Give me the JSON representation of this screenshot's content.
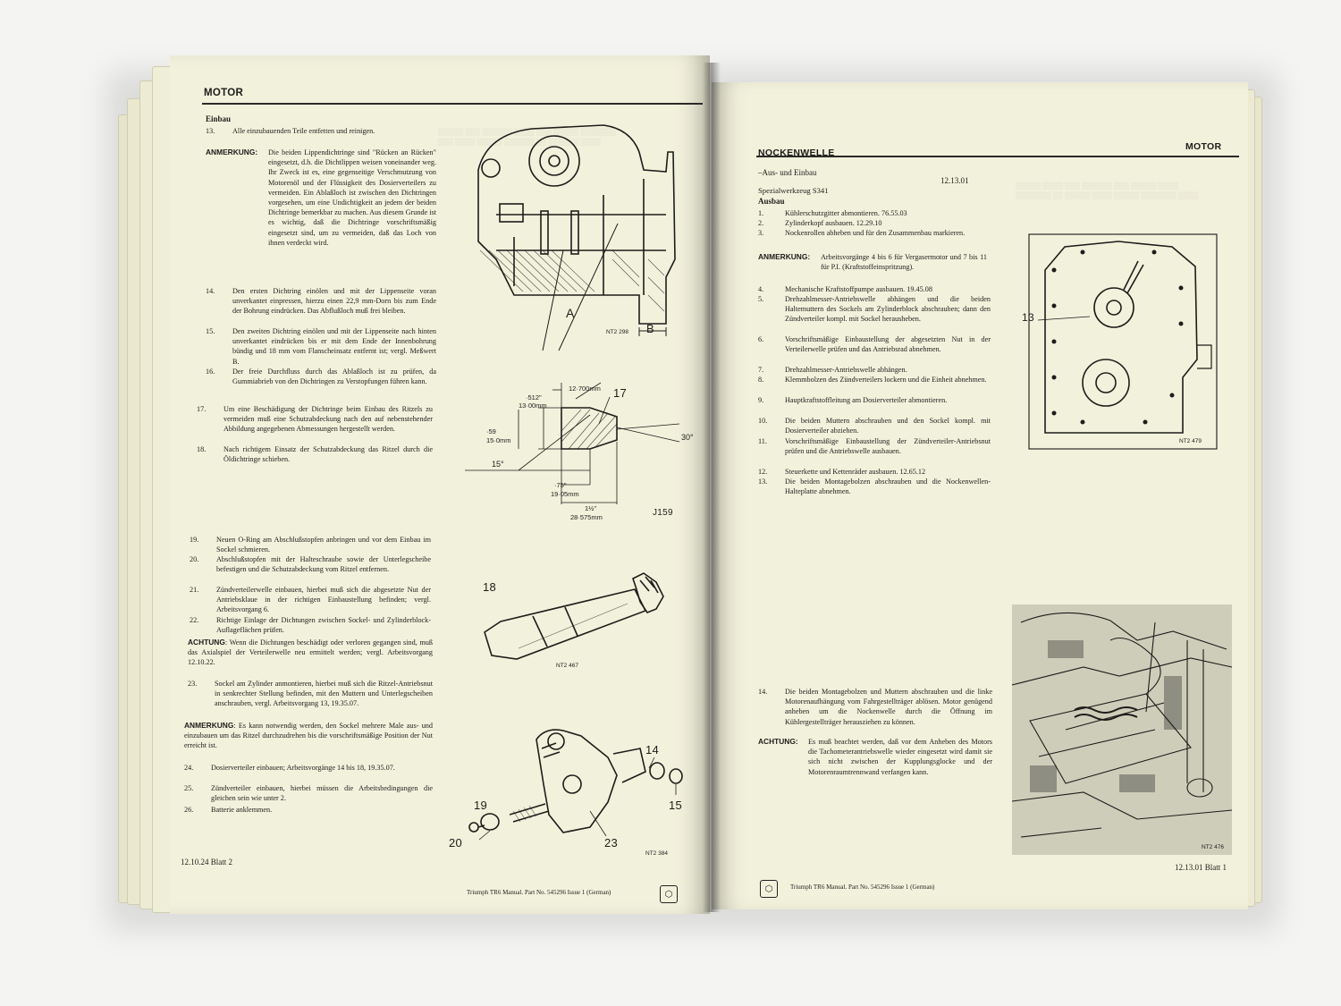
{
  "left_page": {
    "section": "MOTOR",
    "subheading": "Einbau",
    "step13": {
      "num": "13.",
      "text": "Alle einzubauenden Teile entfetten und reinigen."
    },
    "note1": {
      "label": "ANMERKUNG:",
      "text": "Die beiden Lippendichtringe sind \"Rücken an Rücken\" eingesetzt, d.h. die Dichtlippen weisen voneinander weg. Ihr Zweck ist es, eine gegenseitige Verschmutzung von Motorenöl und der Flüssigkeit des Dosierverteilers zu vermeiden. Ein Ablaßloch ist zwischen den Dichtringen vorgesehen, um eine Undichtigkeit an jedem der beiden Dichtringe bemerkbar zu machen. Aus diesem Grunde ist es wichtig, daß die Dichtringe vorschriftsmäßig eingesetzt sind, um zu vermeiden, daß das Loch von ihnen verdeckt wird."
    },
    "step14": {
      "num": "14.",
      "text": "Den ersten Dichtring einölen und mit der Lippenseite voran unverkantet einpressen, hierzu einen 22,9 mm-Dorn bis zum Ende der Bohrung eindrücken. Das Abflußloch muß frei bleiben."
    },
    "step15": {
      "num": "15.",
      "text": "Den zweiten Dichtring einölen und mit der Lippenseite nach hinten unverkantet eindrücken bis er mit dem Ende der Innenbohrung bündig und 18 mm vom Flanscheinsatz entfernt ist; vergl. Meßwert B."
    },
    "step16": {
      "num": "16.",
      "text": "Der freie Durchfluss durch das Ablaßloch ist zu prüfen, da Gummiabrieb von den Dichtringen zu Verstopfungen führen kann."
    },
    "step17": {
      "num": "17.",
      "text": "Um eine Beschädigung der Dichtringe beim Einbau des Ritzels zu vermeiden muß eine Schutzabdeckung nach den auf nebenstehender Abbildung angegebenen Abmessungen hergestellt werden."
    },
    "step18": {
      "num": "18.",
      "text": "Nach richtigem Einsatz der Schutzabdeckung das Ritzel durch die Öldichtringe schieben."
    },
    "step19": {
      "num": "19.",
      "text": "Neuen O-Ring am Abschlußstopfen anbringen und vor dem Einbau im Sockel schmieren."
    },
    "step20": {
      "num": "20.",
      "text": "Abschlußstopfen mit der Halteschraube sowie der Unterlegscheibe befestigen und die Schutzabdeckung vom Ritzel entfernen."
    },
    "step21": {
      "num": "21.",
      "text": "Zündverteilerwelle einbauen, hierbei muß sich die abgesetzte Nut der Antriebsklaue in der richtigen Einbaustellung befinden; vergl. Arbeitsvorgang 6."
    },
    "step22": {
      "num": "22.",
      "text": "Richtige Einlage der Dichtungen zwischen Sockel- und Zylinderblock-Auflageflächen prüfen."
    },
    "note2": {
      "label": "ACHTUNG",
      "text": ": Wenn die Dichtungen beschädigt oder verloren gegangen sind, muß das Axialspiel der Verteilerwelle neu ermittelt werden; vergl. Arbeitsvorgang 12.10.22."
    },
    "step23": {
      "num": "23.",
      "text": "Sockel am Zylinder anmontieren, hierbei muß sich die Ritzel-Antriebsnut in senkrechter Stellung befinden, mit den Muttern und Unterlegscheiben anschrauben, vergl. Arbeitsvorgang 13, 19.35.07."
    },
    "note3": {
      "label": "ANMERKUNG",
      "text": ": Es kann notwendig werden, den Sockel mehrere Male aus- und einzubauen um das Ritzel durchzudrehen bis die vorschriftsmäßige Position der Nut erreicht ist."
    },
    "step24": {
      "num": "24.",
      "text": "Dosierverteiler einbauen; Arbeitsvorgänge 14 bis 18, 19.35.07."
    },
    "step25": {
      "num": "25.",
      "text": "Zündverteiler einbauen, hierbei müssen die Arbeitsbedingungen die gleichen sein wie unter 2."
    },
    "step26": {
      "num": "26.",
      "text": "Batterie anklemmen."
    },
    "footer_left": "12.10.24  Blatt  2",
    "footer_center": "Triumph TR6 Manual.    Part No. 545296 Issue 1 (German)",
    "fig1": {
      "label_a": "A",
      "label_b": "B",
      "code": "NT2 298"
    },
    "fig2": {
      "dim1": "12·700mm",
      "dim2": "·512\"",
      "dim3": "13·00mm",
      "dim4": "·59",
      "dim5": "15·0mm",
      "dim6": "·75\"",
      "dim7": "19·05mm",
      "dim8": "1½\"",
      "dim9": "28·575mm",
      "angle1": "15°",
      "angle2": "30°",
      "callout": "17",
      "code": "J159"
    },
    "fig3": {
      "callout": "18",
      "code": "NT2 467"
    },
    "fig4": {
      "callout_a": "14",
      "callout_b": "15",
      "callout_c": "19",
      "callout_d": "20",
      "callout_e": "23",
      "code": "NT2 384"
    }
  },
  "right_page": {
    "section_left": "NOCKENWELLE",
    "section_right": "MOTOR",
    "title": "–Aus- und Einbau",
    "op_code": "12.13.01",
    "tool": "Spezialwerkzeug S341",
    "subheading": "Ausbau",
    "steps_a": [
      {
        "num": "1.",
        "text": "Kühlerschutzgitter abmontieren. 76.55.03"
      },
      {
        "num": "2.",
        "text": "Zylinderkopf ausbauen. 12.29.10"
      },
      {
        "num": "3.",
        "text": "Nockenrollen abheben und für den Zusammenbau markieren."
      }
    ],
    "note1": {
      "label": "ANMERKUNG:",
      "text": "Arbeitsvorgänge 4 bis 6 für Vergasermotor und 7 bis 11 für P.I. (Kraftstoffeinspritzung)."
    },
    "steps_b": [
      {
        "num": "4.",
        "text": "Mechanische Kraftstoffpumpe ausbauen. 19.45.08"
      },
      {
        "num": "5.",
        "text": "Drehzahlmesser-Antriebswelle abhängen und die beiden Haltemuttern des Sockels am Zylinderblock abschrauben; dann den Zündverteiler kompl. mit Sockel herausheben."
      },
      {
        "num": "6.",
        "text": "Vorschriftsmäßige Einbaustellung der abgesetzten Nut in der Verteilerwelle prüfen und das Antriebsrad abnehmen."
      },
      {
        "num": "7.",
        "text": "Drehzahlmesser-Antriebswelle abhängen."
      },
      {
        "num": "8.",
        "text": "Klemmbolzen des Zündverteilers lockern und die Einheit abnehmen."
      },
      {
        "num": "9.",
        "text": "Hauptkraftstoffleitung am Dosierverteiler abmontieren."
      },
      {
        "num": "10.",
        "text": "Die beiden Muttern abschrauben und den Sockel kompl. mit Dosierverteiler abziehen."
      },
      {
        "num": "11.",
        "text": "Vorschriftsmäßige Einbaustellung der Zündverteiler-Antriebsnut prüfen und die Antriebswelle ausbauen."
      },
      {
        "num": "12.",
        "text": "Steuerkette und Kettenräder ausbauen. 12.65.12"
      },
      {
        "num": "13.",
        "text": "Die beiden Montagebolzen abschrauben und die Nockenwellen-Halteplatte abnehmen."
      }
    ],
    "step14": {
      "num": "14.",
      "text": "Die beiden Montagebolzen und Muttern abschrauben und die linke Motorenaufhängung vom Fahrgestellträger ablösen. Motor genügend anheben um die Nockenwelle durch die Öffnung im Kühlergestellträger herausziehen zu können."
    },
    "note2": {
      "label": "ACHTUNG:",
      "text": "Es muß beachtet werden, daß vor dem Anheben des Motors die Tachometerantriebswelle wieder eingesetzt wird damit sie sich nicht zwischen der Kupplungsglocke und der Motorenraumtrennwand verfangen kann."
    },
    "footer_right": "12.13.01  Blatt  1",
    "footer_center": "Triumph TR6 Manual.    Part No. 545296 Issue 1 (German)",
    "fig1": {
      "callout": "13",
      "code": "NT2 479"
    },
    "fig2": {
      "code": "NT2 476"
    }
  }
}
